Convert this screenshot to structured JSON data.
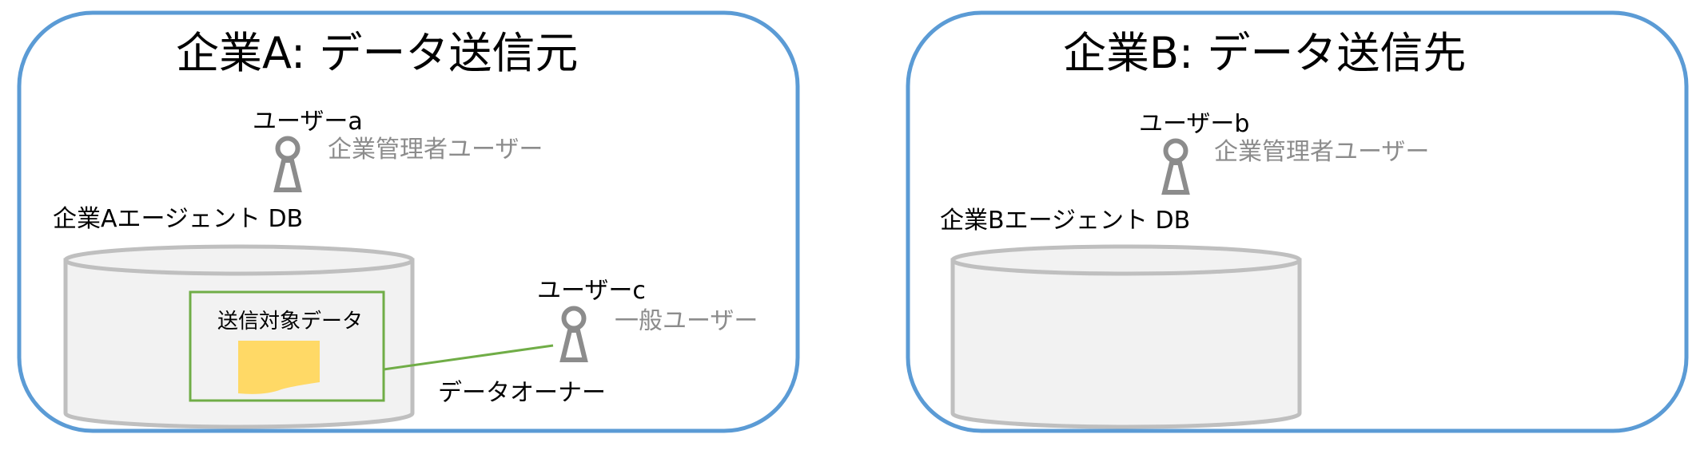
{
  "companyA": {
    "title": "企業A: データ送信元",
    "user_a": {
      "name": "ユーザーa",
      "role": "企業管理者ユーザー"
    },
    "db_label": "企業Aエージェント DB",
    "data_box_label": "送信対象データ",
    "user_c": {
      "name": "ユーザーc",
      "role": "一般ユーザー"
    },
    "owner_label": "データオーナー"
  },
  "companyB": {
    "title": "企業B: データ送信先",
    "user_b": {
      "name": "ユーザーb",
      "role": "企業管理者ユーザー"
    },
    "db_label": "企業Bエージェント DB"
  },
  "colors": {
    "panel_border": "#5b9bd5",
    "db_stroke": "#bfbfbf",
    "db_fill": "#f2f2f2",
    "data_box_border": "#70ad47",
    "connector": "#70ad47",
    "document": "#ffd966",
    "person": "#8c8c8c",
    "role_text": "#8c8c8c"
  },
  "icons": [
    "person-icon",
    "document-icon",
    "database-icon"
  ]
}
